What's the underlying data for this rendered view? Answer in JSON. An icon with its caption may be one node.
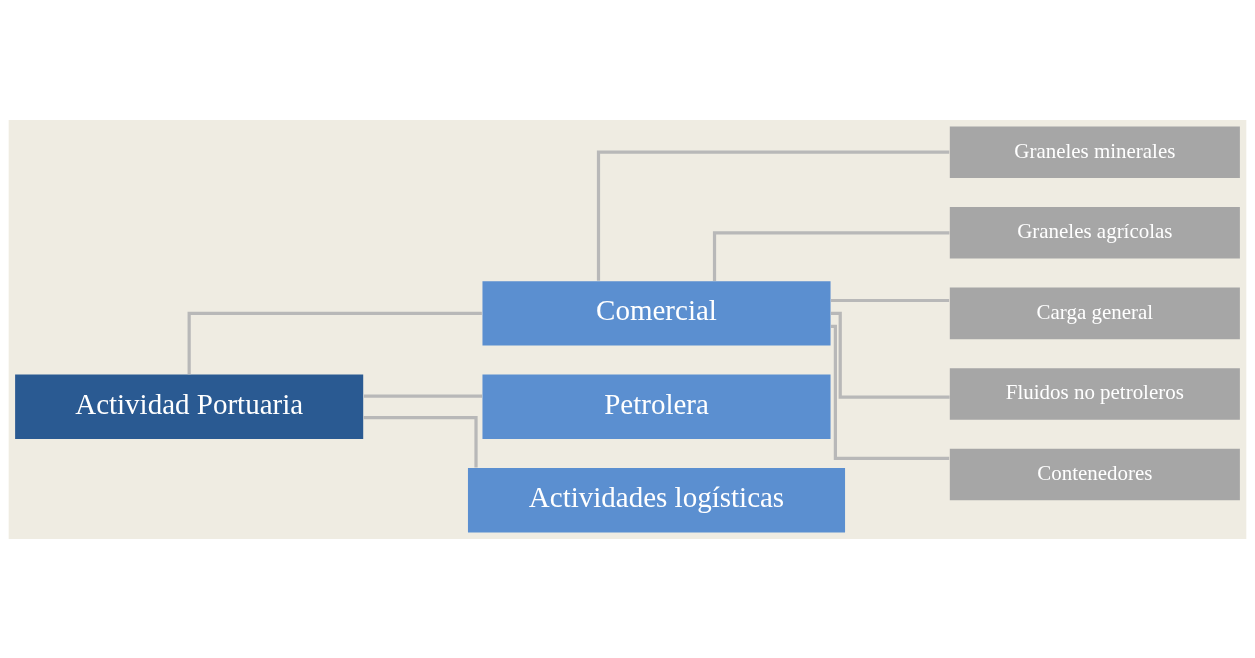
{
  "diagram": {
    "nodes": [
      {
        "text": [
          "Actividad Portuaria"
        ]
      },
      {
        "text": [
          "Comercial"
        ]
      },
      {
        "text": [
          "Petrolera"
        ]
      },
      {
        "text": [
          "Actividades logísticas"
        ]
      },
      {
        "text": [
          "Graneles minerales"
        ]
      },
      {
        "text": [
          "Graneles agrícolas"
        ]
      },
      {
        "text": [
          "Carga general"
        ]
      },
      {
        "text": [
          "Fluidos no petroleros"
        ]
      },
      {
        "text": [
          "Contenedores"
        ]
      }
    ],
    "edges": [
      {
        "from": 0,
        "to": 1,
        "arrow": "none"
      },
      {
        "from": 0,
        "to": 2,
        "arrow": "none"
      },
      {
        "from": 0,
        "to": 3,
        "arrow": "none"
      },
      {
        "from": 1,
        "to": 4,
        "arrow": "none"
      },
      {
        "from": 1,
        "to": 5,
        "arrow": "none"
      },
      {
        "from": 1,
        "to": 6,
        "arrow": "none"
      },
      {
        "from": 1,
        "to": 7,
        "arrow": "none"
      },
      {
        "from": 1,
        "to": 8,
        "arrow": "none"
      }
    ]
  }
}
